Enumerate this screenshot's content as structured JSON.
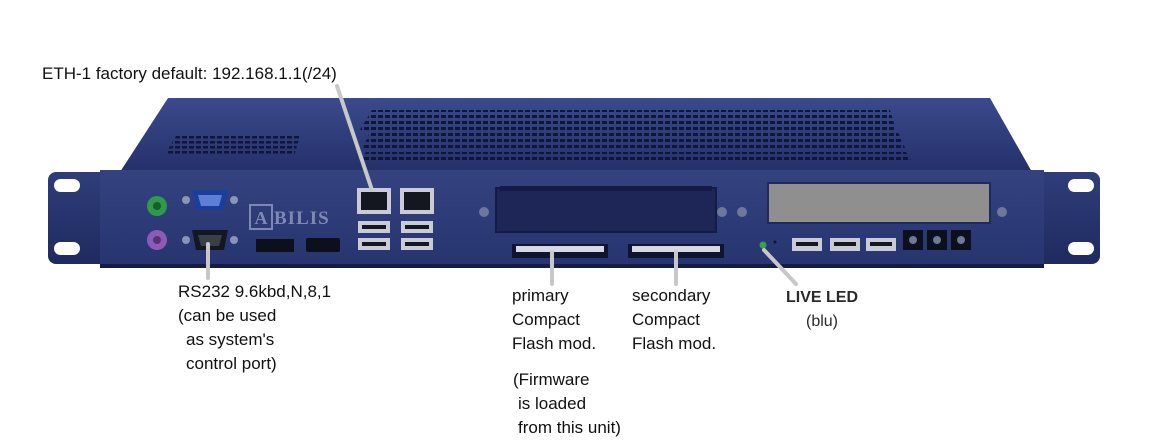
{
  "brand": {
    "logo_text": "ABILIS"
  },
  "colors": {
    "chassis": "#2c3a78",
    "chassis_dark": "#1d2656",
    "leader_line": "#c8c8c8",
    "label_text": "#111111"
  },
  "callouts": {
    "eth": {
      "text": "ETH-1  factory default: 192.168.1.1(/24)"
    },
    "rs232": {
      "lines": [
        "RS232 9.6kbd,N,8,1",
        "(can be used",
        "as system's",
        "control port)"
      ]
    },
    "primary_cf": {
      "lines": [
        "primary",
        "Compact",
        "Flash mod."
      ],
      "note": [
        "(Firmware",
        "is loaded",
        "from this unit)"
      ]
    },
    "secondary_cf": {
      "lines": [
        "secondary",
        "Compact",
        "Flash mod."
      ]
    },
    "live_led": {
      "lines": [
        "LIVE LED",
        "(blu)"
      ]
    }
  }
}
